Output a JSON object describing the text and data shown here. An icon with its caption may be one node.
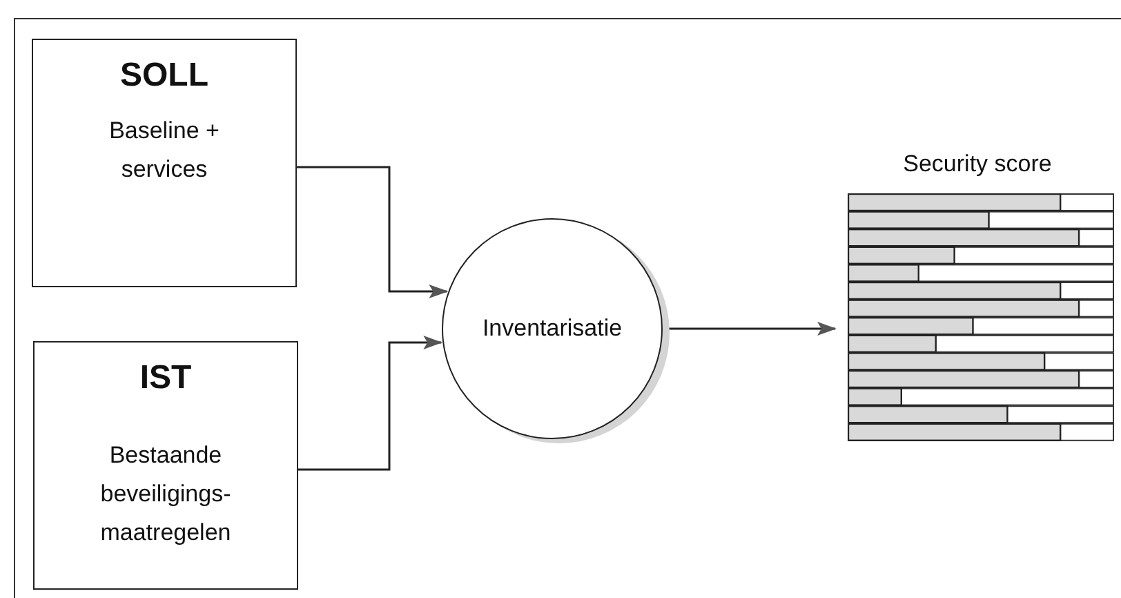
{
  "diagram": {
    "nodes": [
      {
        "text": [
          "SOLL",
          "Baseline + services"
        ]
      },
      {
        "text": [
          "IST",
          "Bestaande beveiligings- maatregelen"
        ]
      },
      {
        "text": [
          "Inventarisatie"
        ]
      },
      {
        "text": [
          "Security score"
        ]
      }
    ],
    "edges": [
      {
        "from": 0,
        "to": 2,
        "arrow": "to"
      },
      {
        "from": 1,
        "to": 2,
        "arrow": "to"
      },
      {
        "from": 2,
        "to": 3,
        "arrow": "to"
      }
    ]
  }
}
